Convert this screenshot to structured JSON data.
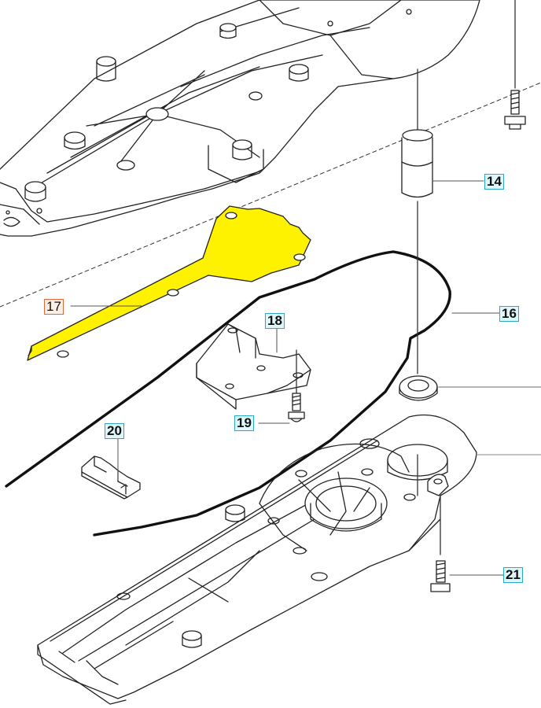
{
  "diagram": {
    "highlight_color": "#fff200",
    "callout_colors": {
      "default": "#29a9c8",
      "highlighted": "#e2683c"
    },
    "parts": [
      {
        "id": "14",
        "name": "pinion-gear"
      },
      {
        "id": "16",
        "name": "gasket-cord"
      },
      {
        "id": "17",
        "name": "plate",
        "highlighted": true
      },
      {
        "id": "18",
        "name": "bracket"
      },
      {
        "id": "19",
        "name": "bracket-screw"
      },
      {
        "id": "20",
        "name": "clip"
      },
      {
        "id": "21",
        "name": "housing-screw"
      }
    ],
    "labels": {
      "p14": "14",
      "p16": "16",
      "p17": "17",
      "p18": "18",
      "p19": "19",
      "p20": "20",
      "p21": "21"
    }
  }
}
